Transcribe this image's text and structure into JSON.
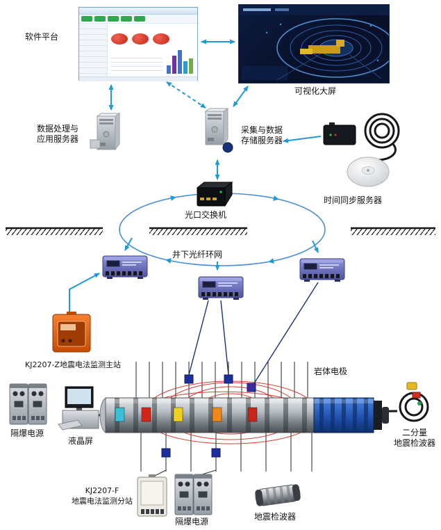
{
  "labels": {
    "software_platform": "软件平台",
    "visual_big_screen": "可视化大屏",
    "data_app_server": [
      "数据处理与",
      "应用服务器"
    ],
    "collect_storage_server": [
      "采集与数据",
      "存储服务器"
    ],
    "time_sync_server": "时间同步服务器",
    "optical_switch": "光口交换机",
    "fiber_ring_network": "井下光纤环网",
    "main_station": "KJ2207-Z地震电法监测主站",
    "rock_electrode": "岩体电极",
    "flameproof_power_left": "隔爆电源",
    "lcd_screen": "液晶屏",
    "two_component_geophone": [
      "二分量",
      "地震检波器"
    ],
    "substation": [
      "KJ2207-F",
      "地震电法监测分站"
    ],
    "flameproof_power_bottom": "隔爆电源",
    "seismic_geophone": "地震检波器"
  },
  "colors": {
    "arrow_cyan": "#1f9ad6",
    "ring_blue": "#4a8fd4",
    "field_line_red": "#d8281c",
    "substation_purple": "#6a6fc0",
    "main_station_orange": "#e05a10",
    "borehole_blue": "#1d4fa8",
    "electrode_square_navy": "#1b2f9e"
  }
}
